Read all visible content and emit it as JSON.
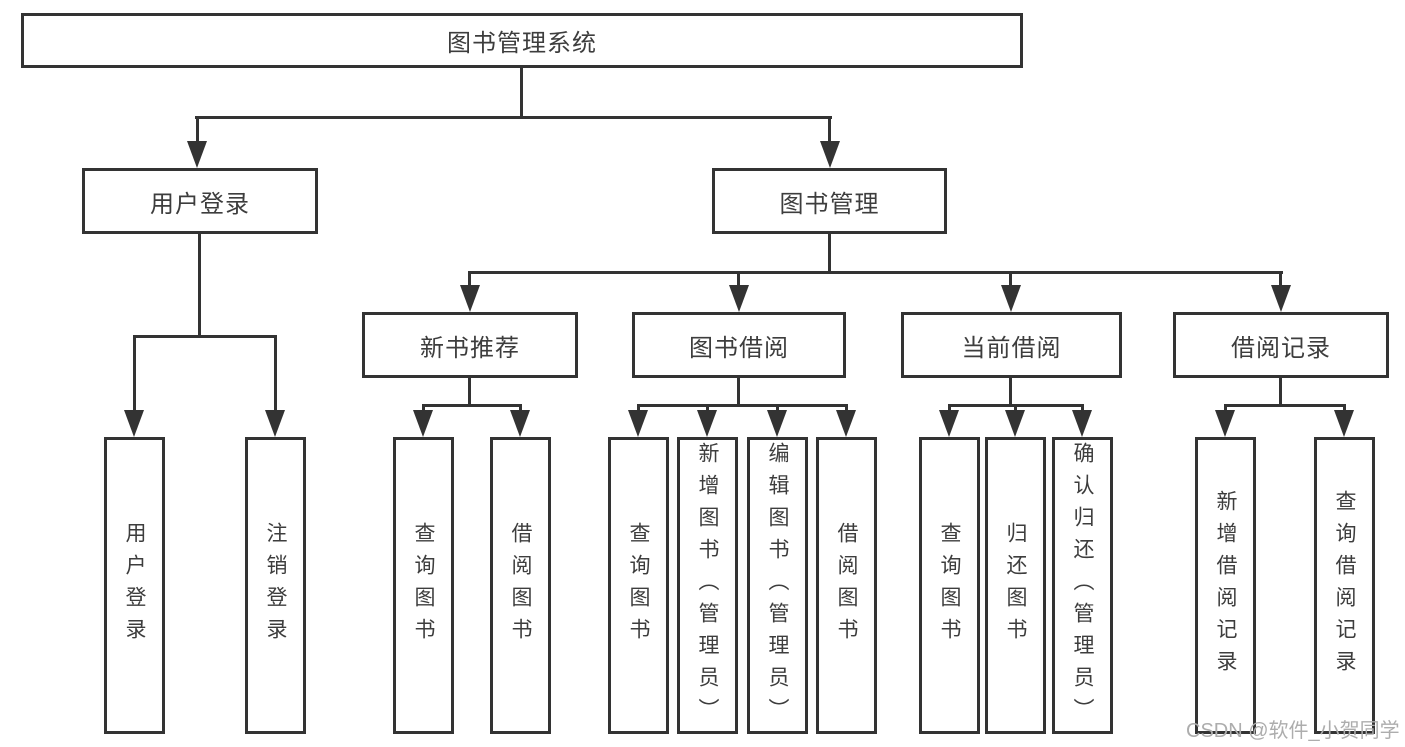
{
  "diagram": {
    "root": "图书管理系统",
    "branches": [
      {
        "label": "用户登录",
        "leaves": [
          "用户登录",
          "注销登录"
        ]
      },
      {
        "label": "图书管理",
        "groups": [
          {
            "label": "新书推荐",
            "leaves": [
              "查询图书",
              "借阅图书"
            ]
          },
          {
            "label": "图书借阅",
            "leaves": [
              "查询图书",
              "新增图书（管理员）",
              "编辑图书（管理员）",
              "借阅图书"
            ]
          },
          {
            "label": "当前借阅",
            "leaves": [
              "查询图书",
              "归还图书",
              "确认归还（管理员）"
            ]
          },
          {
            "label": "借阅记录",
            "leaves": [
              "新增借阅记录",
              "查询借阅记录"
            ]
          }
        ]
      }
    ]
  },
  "watermark": {
    "text": "CSDN @软件_小贺同学"
  },
  "colors": {
    "line": "#333333",
    "text": "#3d3d3d",
    "watermark": "#adadad",
    "background": "#ffffff"
  }
}
